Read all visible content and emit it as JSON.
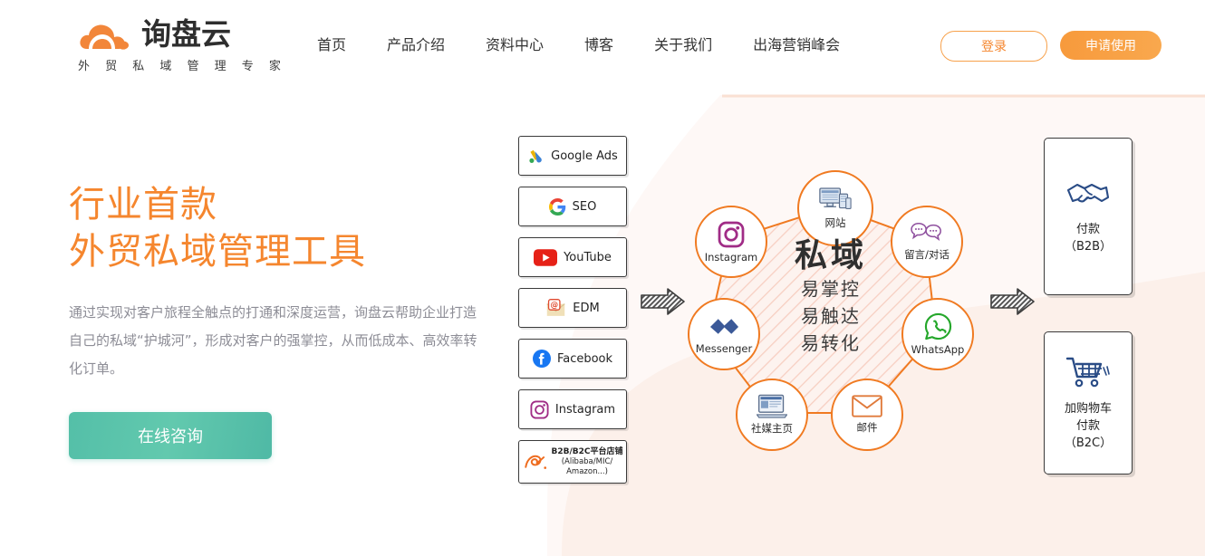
{
  "brand": {
    "name": "询盘云",
    "tagline": "外 贸 私 域 管 理 专 家",
    "logo_icon": "orange-cloud-logo-icon"
  },
  "nav": {
    "items": [
      {
        "label": "首页",
        "name": "nav-home"
      },
      {
        "label": "产品介绍",
        "name": "nav-products"
      },
      {
        "label": "资料中心",
        "name": "nav-resources"
      },
      {
        "label": "博客",
        "name": "nav-blog"
      },
      {
        "label": "关于我们",
        "name": "nav-about"
      },
      {
        "label": "出海营销峰会",
        "name": "nav-summit"
      }
    ],
    "login_label": "登录",
    "apply_label": "申请使用"
  },
  "hero": {
    "title_line1": "行业首款",
    "title_line2": "外贸私域管理工具",
    "description": "通过实现对客户旅程全触点的打通和深度运营，询盘云帮助企业打造自己的私域“护城河”，形成对客户的强掌控，从而低成本、高效率转化订单。",
    "cta_label": "在线咨询"
  },
  "channels": [
    {
      "label": "Google Ads",
      "icon": "google-ads-icon"
    },
    {
      "label": "SEO",
      "icon": "google-g-icon"
    },
    {
      "label": "YouTube",
      "icon": "youtube-icon"
    },
    {
      "label": "EDM",
      "icon": "email-at-icon"
    },
    {
      "label": "Facebook",
      "icon": "facebook-icon"
    },
    {
      "label": "Instagram",
      "icon": "instagram-icon"
    },
    {
      "label": "B2B/B2C平台店铺",
      "sub": "(Alibaba/MIC/",
      "sub2": "Amazon...)",
      "icon": "ec-platform-icon"
    }
  ],
  "diagram": {
    "center_title": "私域",
    "center_subs": [
      "易掌控",
      "易触达",
      "易转化"
    ],
    "nodes": [
      {
        "label": "网站",
        "icon": "website-devices-icon"
      },
      {
        "label": "留言/对话",
        "icon": "chat-bubbles-icon"
      },
      {
        "label": "WhatsApp",
        "icon": "whatsapp-icon"
      },
      {
        "label": "邮件",
        "icon": "envelope-icon"
      },
      {
        "label": "社媒主页",
        "icon": "social-homepage-icon"
      },
      {
        "label": "Messenger",
        "icon": "messenger-icon"
      },
      {
        "label": "Instagram",
        "icon": "instagram-icon"
      }
    ]
  },
  "outcomes": [
    {
      "line1": "付款",
      "line2": "（B2B）",
      "icon": "handshake-icon"
    },
    {
      "line1": "加购物车",
      "line2": "付款",
      "line3": "（B2C）",
      "icon": "shopping-cart-icon"
    }
  ],
  "arrows": {
    "left_arrow": "right-arrow-icon",
    "right_arrow": "right-arrow-icon"
  },
  "colors": {
    "brand_orange": "#F5862E",
    "node_orange": "#F07A21",
    "teal": "#54BFA8",
    "peach_bg": "#FDF0EA",
    "text_gray": "#8d8d96"
  }
}
